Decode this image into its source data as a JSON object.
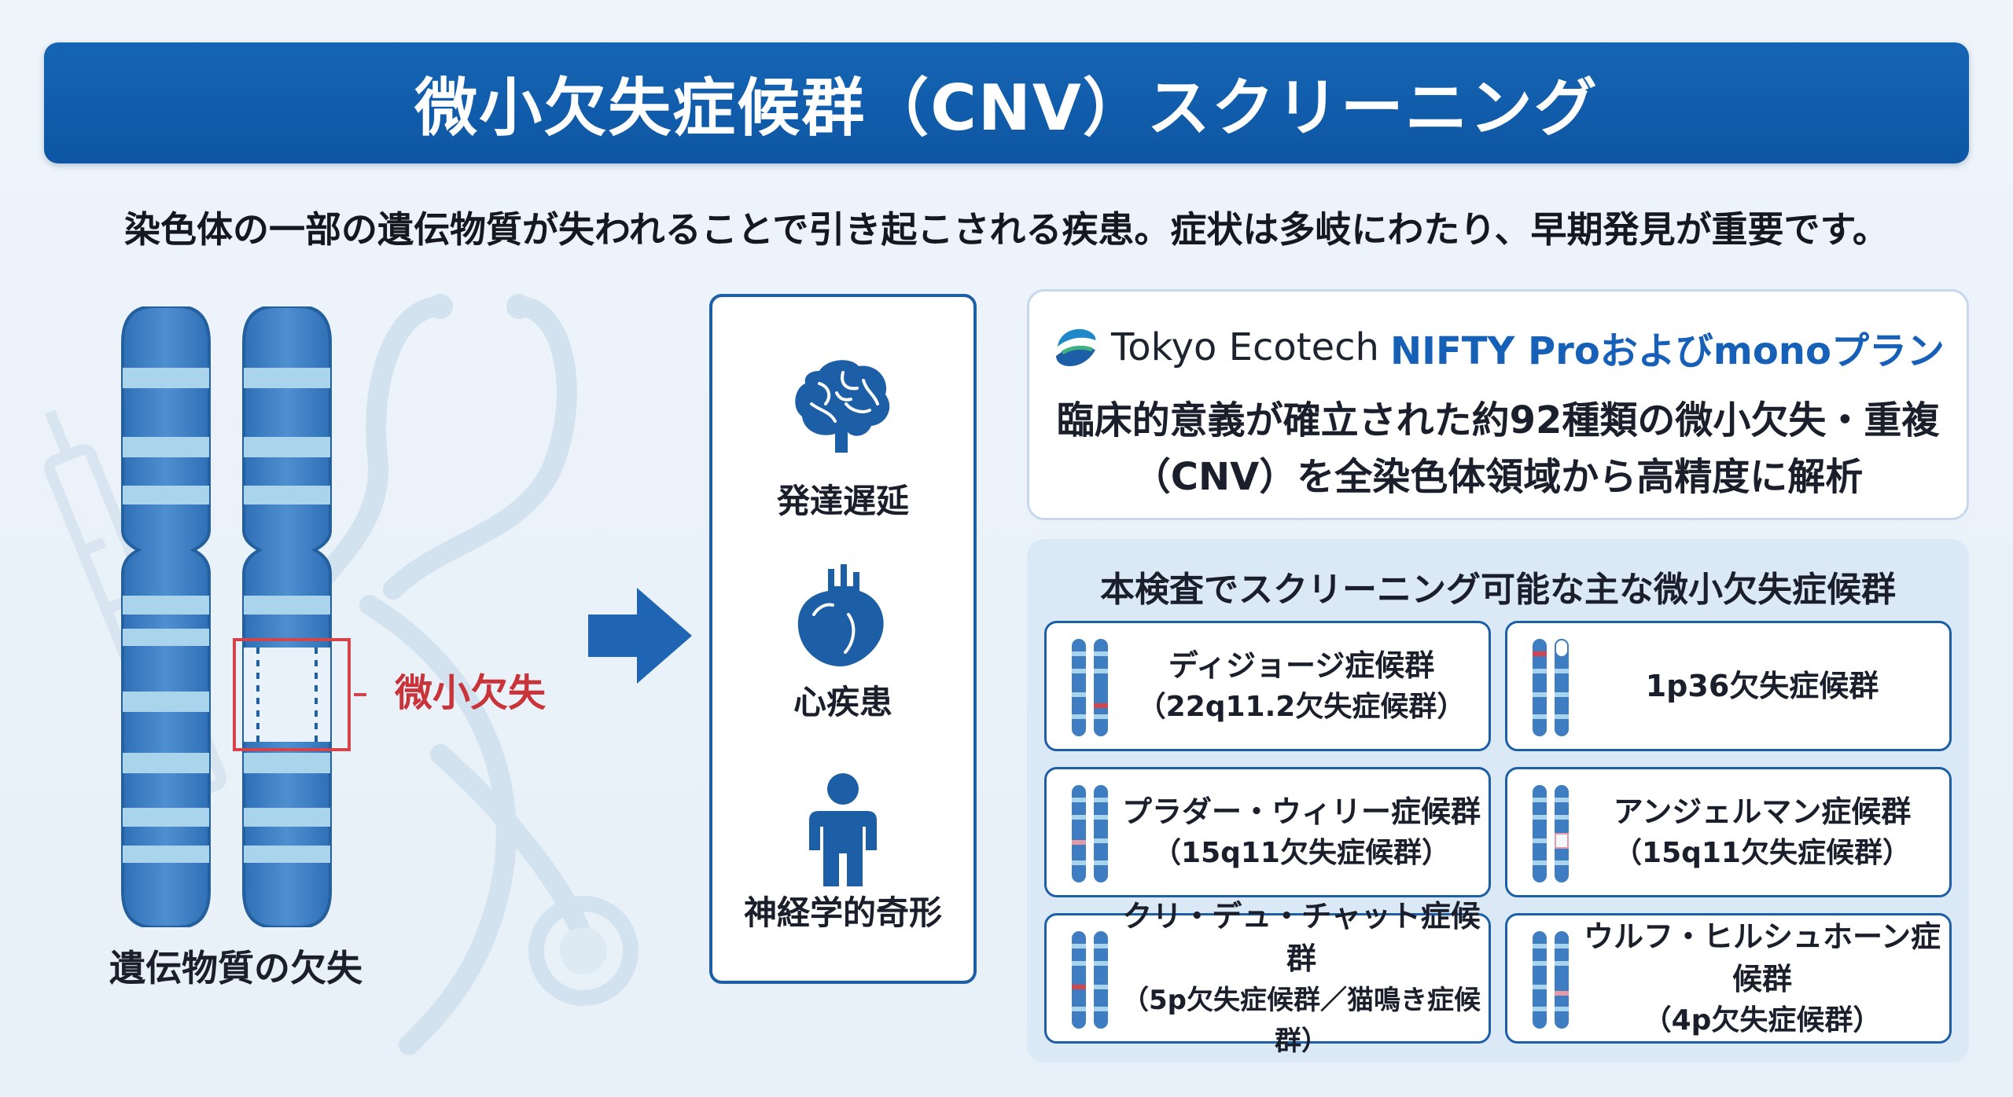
{
  "title": "微小欠失症候群（CNV）スクリーニング",
  "subtitle": "染色体の一部の遺伝物質が失われることで引き起こされる疾患。症状は多岐にわたり、早期発見が重要です。",
  "chromosome": {
    "label": "遺伝物質の欠失",
    "deletion_label": "微小欠失",
    "colors": {
      "body": "#3f7dc2",
      "band": "#a9d4ec",
      "outline": "#245f9e",
      "deletion": "#d3454b"
    }
  },
  "symptoms": [
    {
      "icon": "brain-icon",
      "label": "発達遅延"
    },
    {
      "icon": "heart-icon",
      "label": "心疾患"
    },
    {
      "icon": "person-icon",
      "label": "神経学的奇形"
    }
  ],
  "info": {
    "brand": "Tokyo Ecotech",
    "plan": "NIFTY Proおよびmonoプラン",
    "line1": "臨床的意義が確立された約92種類の微小欠失・重複",
    "line2": "（CNV）を全染色体領域から高精度に解析"
  },
  "syndromes": {
    "heading": "本検査でスクリーニング可能な主な微小欠失症候群",
    "items": [
      {
        "name": "ディジョージ症候群",
        "alt": "（22q11.2欠失症候群）"
      },
      {
        "name": "1p36欠失症候群",
        "alt": ""
      },
      {
        "name": "プラダー・ウィリー症候群",
        "alt": "（15q11欠失症候群）"
      },
      {
        "name": "アンジェルマン症候群",
        "alt": "（15q11欠失症候群）"
      },
      {
        "name": "クリ・デュ・チャット症候群",
        "alt": "（5p欠失症候群／猫鳴き症候群）"
      },
      {
        "name": "ウルフ・ヒルシュホーン症候群",
        "alt": "（4p欠失症候群）"
      }
    ]
  },
  "colors": {
    "primary": "#1565b4",
    "accent_red": "#c8343a",
    "panel_bg": "#dbe9f6"
  }
}
